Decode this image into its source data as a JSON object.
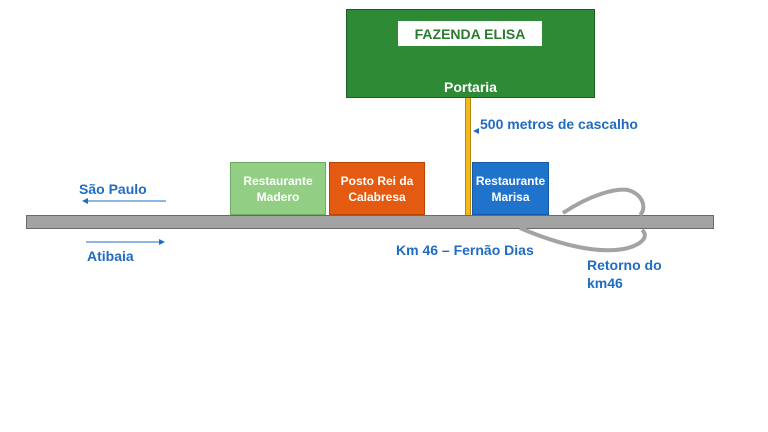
{
  "farm": {
    "name": "FAZENDA ELISA",
    "gate": "Portaria"
  },
  "gravel_road": {
    "label": "500 metros de cascalho"
  },
  "places": {
    "madero": "Restaurante Madero",
    "posto": "Posto Rei da Calabresa",
    "marisa": "Restaurante Marisa"
  },
  "directions": {
    "sao_paulo": "São Paulo",
    "atibaia": "Atibaia"
  },
  "highway": {
    "km_label": "Km 46 – Fernão Dias"
  },
  "retorno": {
    "line1": "Retorno do",
    "line2": "km46"
  },
  "colors": {
    "farm_green": "#2f8a36",
    "gravel_yellow": "#f2b81c",
    "madero_green": "#92cf84",
    "posto_orange": "#e45a10",
    "marisa_blue": "#1f73cc",
    "text_blue": "#1f6cc4",
    "highway_gray": "#a3a3a3"
  }
}
